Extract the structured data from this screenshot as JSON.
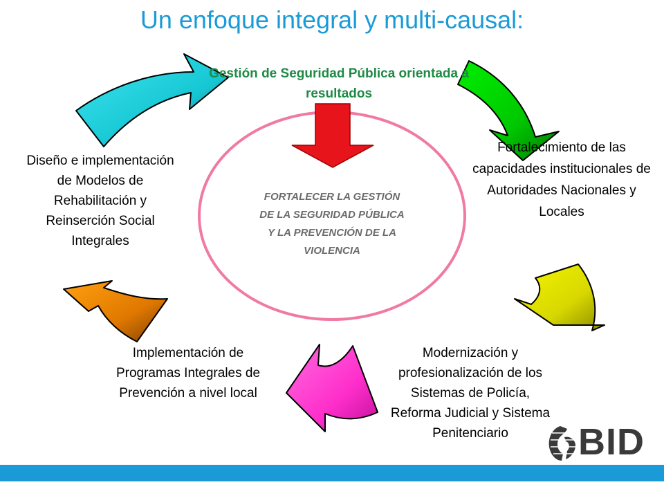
{
  "title": "Un enfoque integral y multi-causal:",
  "nodes": {
    "top": "Gestión de Seguridad Pública orientada a resultados",
    "right": "Fortalecimiento de las capacidades institucionales de Autoridades Nacionales y Locales",
    "bottom_right": "Modernización y profesionalización de los Sistemas de Policía, Reforma Judicial y Sistema Penitenciario",
    "bottom_left": "Implementación de Programas Integrales de Prevención a nivel local",
    "left": "Diseño e implementación de Modelos de Rehabilitación y Reinserción Social Integrales"
  },
  "center": "FORTALECER LA GESTIÓN DE LA SEGURIDAD PÚBLICA Y LA PREVENCIÓN DE LA VIOLENCIA",
  "logo_text": "BID",
  "colors": {
    "title": "#1a9bd7",
    "top_label": "#1f8a45",
    "ellipse": "#f07aa0",
    "down_arrow": "#e8141b",
    "arrow_green": "#00dd00",
    "arrow_yellow": "#e6e600",
    "arrow_magenta": "#ff3fd0",
    "arrow_orange": "#f08a00",
    "arrow_cyan": "#22d6e0",
    "bar": "#1a9bd7"
  }
}
